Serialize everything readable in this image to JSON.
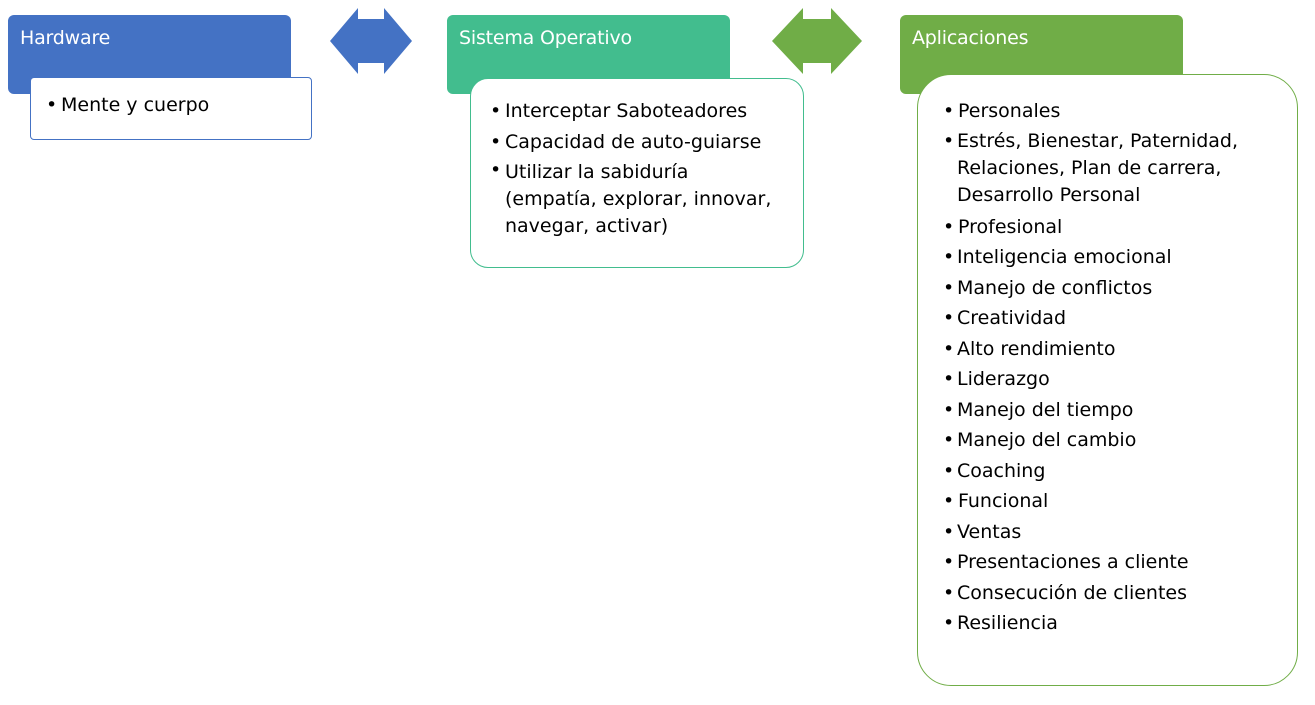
{
  "colors": {
    "hardware": "#4472c4",
    "sistema": "#42bd8e",
    "aplicaciones": "#70ad47"
  },
  "columns": {
    "hardware": {
      "title": "Hardware",
      "items": [
        "Mente y cuerpo"
      ]
    },
    "sistema": {
      "title": "Sistema Operativo",
      "items": [
        "Interceptar Saboteadores",
        "Capacidad de auto-guiarse",
        "Utilizar la sabiduría (empatía, explorar, innovar, navegar, activar)"
      ]
    },
    "aplicaciones": {
      "title": "Aplicaciones",
      "groups": [
        {
          "label": "Personales",
          "items": [
            "Estrés, Bienestar, Paternidad, Relaciones, Plan de carrera, Desarrollo Personal"
          ]
        },
        {
          "label": "Profesional",
          "items": [
            "Inteligencia emocional",
            "Manejo de conflictos",
            "Creatividad",
            "Alto rendimiento",
            "Liderazgo",
            "Manejo del tiempo",
            "Manejo del cambio",
            "Coaching"
          ]
        },
        {
          "label": "Funcional",
          "items": [
            "Ventas",
            "Presentaciones a cliente",
            "Consecución de clientes",
            "Resiliencia"
          ]
        }
      ]
    }
  },
  "arrows": [
    {
      "name": "hardware-sistema-arrow-icon",
      "color": "#4472c4"
    },
    {
      "name": "sistema-aplicaciones-arrow-icon",
      "color": "#70ad47"
    }
  ]
}
